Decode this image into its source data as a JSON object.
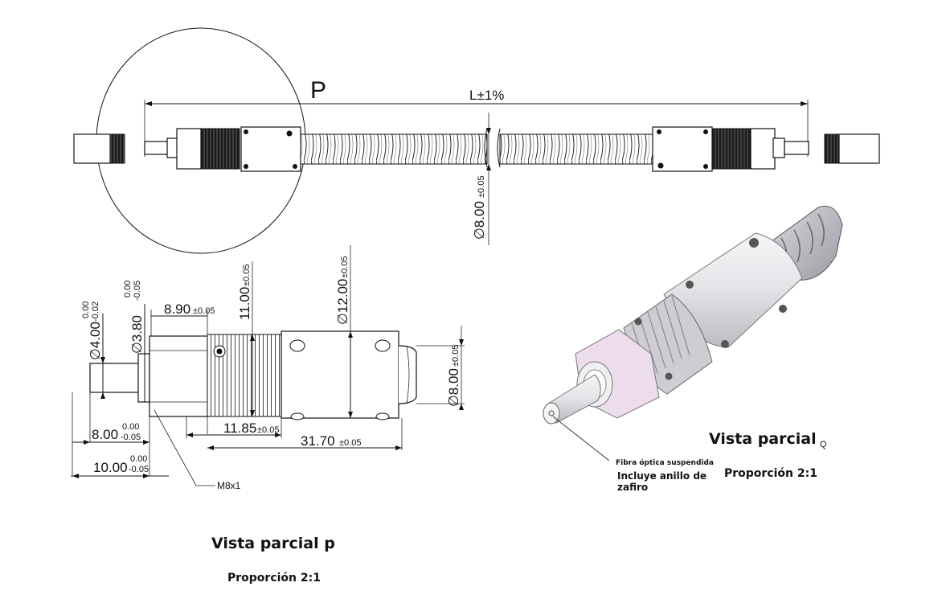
{
  "overview": {
    "detail_letter": "P",
    "length_label": "L±1%",
    "hose_diameter": "∅8.00",
    "hose_diameter_tol": "±0.05"
  },
  "detail_p": {
    "d_tip": "∅4.00",
    "d_tip_tol_upper": "0.00",
    "d_tip_tol_lower": "-0.02",
    "d_shoulder": "∅3.80",
    "d_shoulder_tol_upper": "0.00",
    "d_shoulder_tol_lower": "-0.05",
    "len_nut": "8.90",
    "len_nut_tol": "±0.05",
    "knurl_dia": "11.00",
    "knurl_dia_tol": "±0.05",
    "body_dia": "∅12.00",
    "body_dia_tol": "±0.05",
    "hose_dia": "∅8.00",
    "hose_dia_tol": "±0.05",
    "len_knurl": "11.85",
    "len_knurl_tol": "±0.05",
    "len_total": "31.70",
    "len_total_tol": "±0.05",
    "len_tip_a": "8.00",
    "len_tip_a_tol_upper": "0.00",
    "len_tip_a_tol_lower": "-0.05",
    "len_tip_b": "10.00",
    "len_tip_b_tol_upper": "0.00",
    "len_tip_b_tol_lower": "-0.05",
    "thread": "M8x1",
    "title": "Vista parcial p",
    "scale": "Proporción 2:1"
  },
  "detail_q": {
    "title": "Vista parcial",
    "suffix": "Q",
    "callout": "Fibra óptica suspendida",
    "note_line1": "Incluye anillo de",
    "note_line2": "zafiro",
    "scale": "Proporción 2:1"
  },
  "colors": {
    "line": "#111111",
    "render_body": "#e6e4e8",
    "render_accent": "#ecdcec",
    "watermark": "#e9e9e9"
  }
}
